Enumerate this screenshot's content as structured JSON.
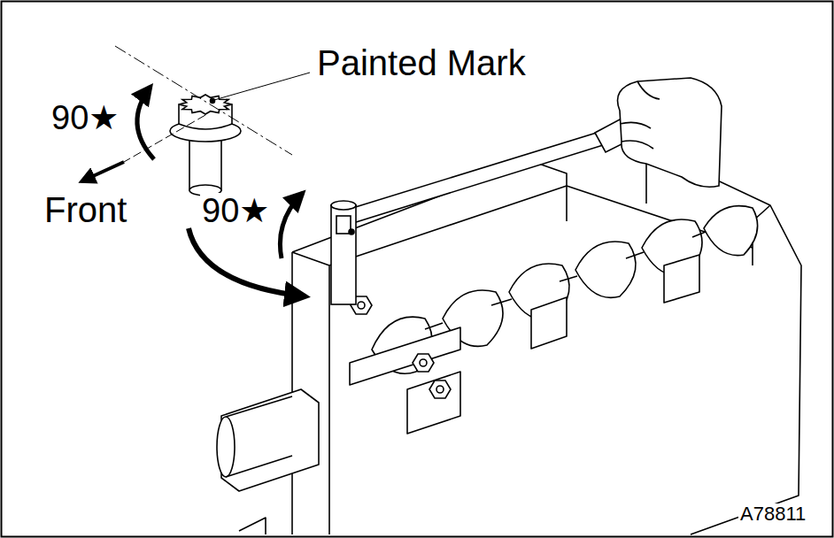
{
  "diagram": {
    "labels": [
      "Painted Mark",
      "90★",
      "Front",
      "90★",
      "A78811"
    ]
  }
}
